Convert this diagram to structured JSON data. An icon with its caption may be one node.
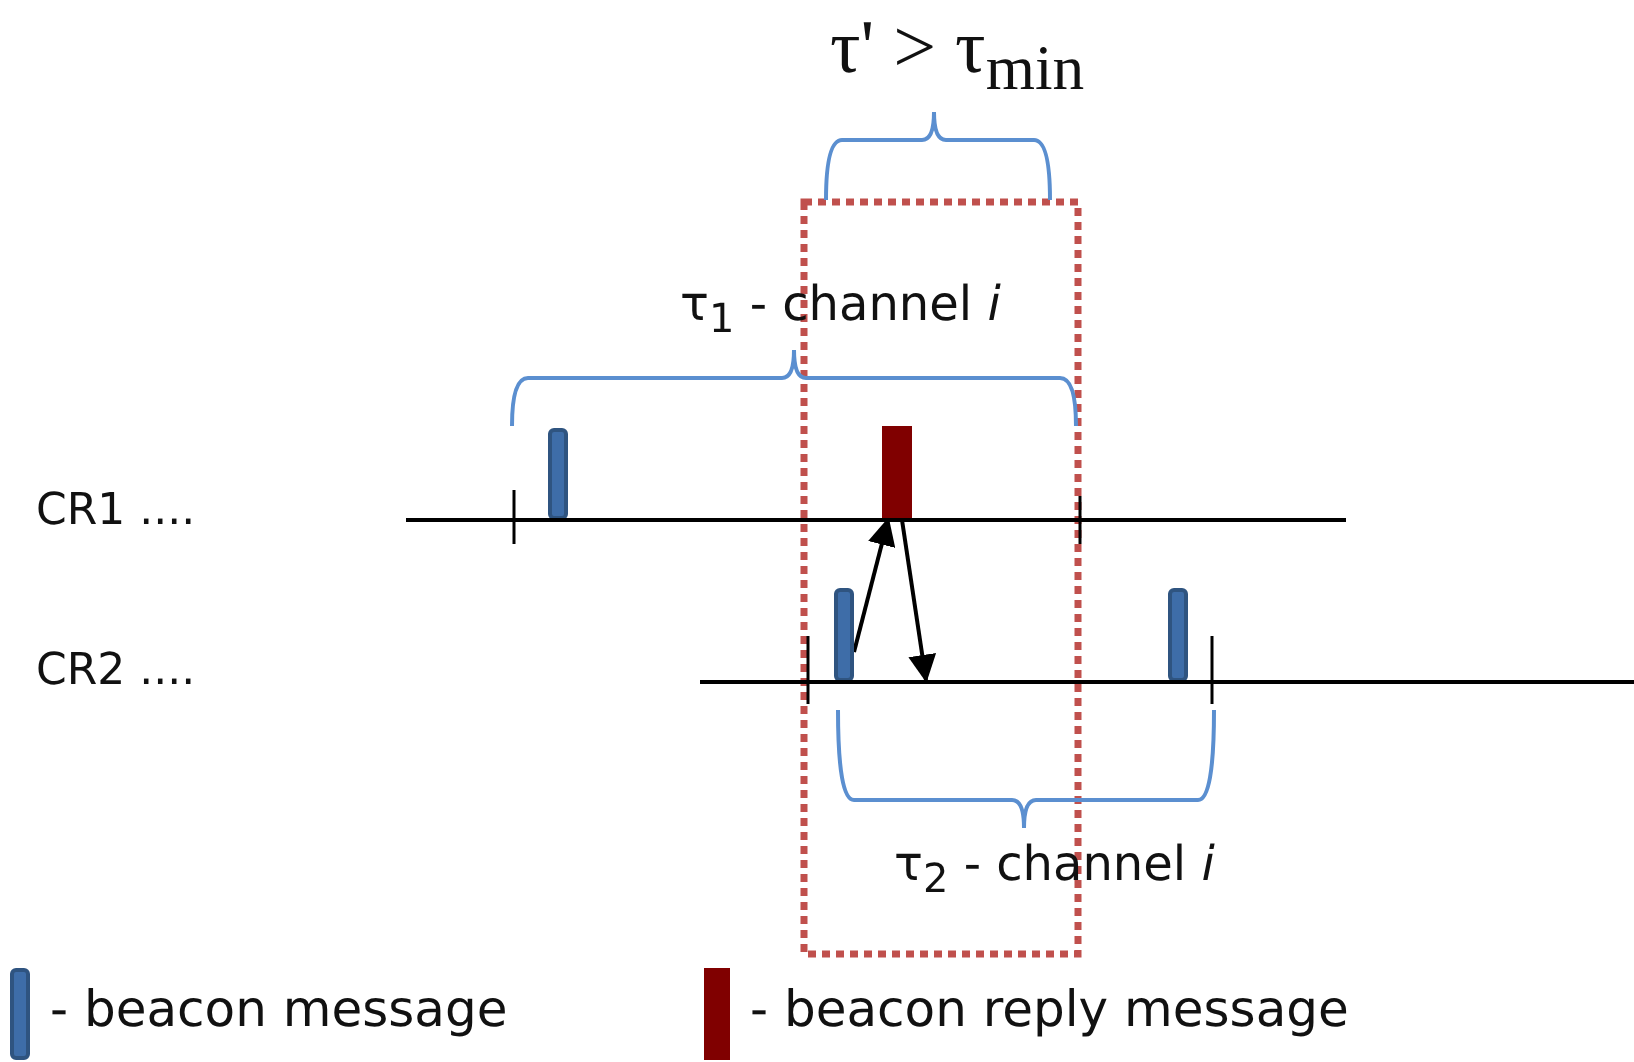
{
  "diagram": {
    "nodes": [
      {
        "text": [],
        "shape": "bar"
      },
      {
        "text": [],
        "shape": "bar"
      },
      {
        "text": [],
        "shape": "bar"
      },
      {
        "text": [],
        "shape": "bar"
      },
      {
        "text": [],
        "shape": "line"
      },
      {
        "text": [],
        "shape": "line"
      }
    ],
    "edges": [
      {
        "from": 2,
        "to": 1,
        "arrow": "to"
      },
      {
        "from": 1,
        "to": 5,
        "arrow": "to"
      }
    ],
    "labels": [
      "τ' > τ$_{min}$",
      "τ$_{1}$ - channel *i*",
      "CR1 ....",
      "CR2 ....",
      "τ$_{2}$ - channel *i*"
    ],
    "legend": [
      {
        "text": "- beacon message",
        "color": "#3e6da8"
      },
      {
        "text": "- beacon reply message",
        "color": "#800000"
      }
    ]
  }
}
